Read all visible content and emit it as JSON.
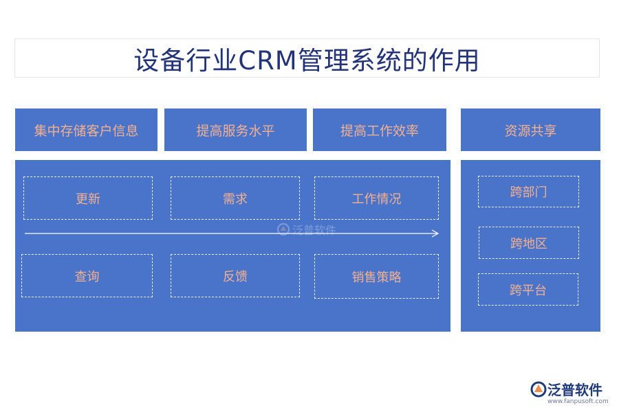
{
  "title": "设备行业CRM管理系统的作用",
  "headers": [
    "集中存储客户信息",
    "提高服务水平",
    "提高工作效率",
    "资源共享"
  ],
  "left_panel": {
    "row1": [
      "更新",
      "需求",
      "工作情况"
    ],
    "row2": [
      "查询",
      "反馈",
      "销售策略"
    ]
  },
  "right_panel": {
    "items": [
      "跨部门",
      "跨地区",
      "跨平台"
    ]
  },
  "watermark": {
    "text": "泛普软件"
  },
  "logo": {
    "name": "泛普软件",
    "url": "www.fanpusoft.com"
  },
  "colors": {
    "block_fill": "#4a74c9",
    "text_accent": "#f4b08f",
    "title_text": "#22337a"
  }
}
